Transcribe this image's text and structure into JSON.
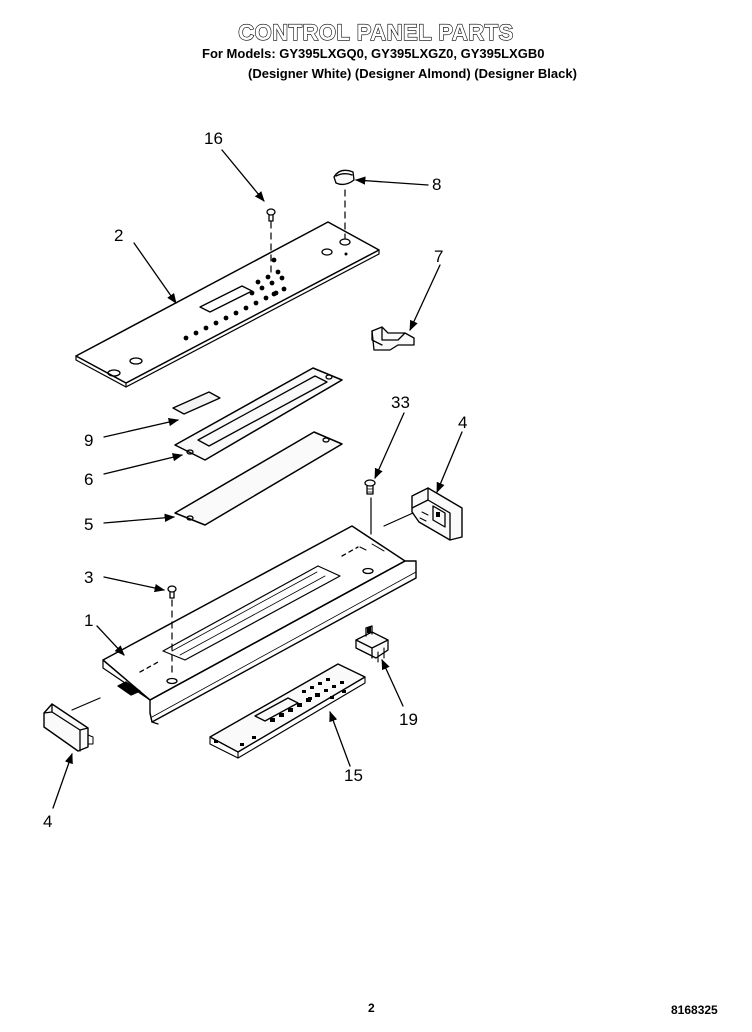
{
  "header": {
    "title": "CONTROL PANEL PARTS",
    "models_line": "For Models: GY395LXGQ0, GY395LXGZ0, GY395LXGB0",
    "designer_line": "(Designer White) (Designer Almond) (Designer Black)"
  },
  "callouts": {
    "c1": "1",
    "c2": "2",
    "c3": "3",
    "c4a": "4",
    "c4b": "4",
    "c5": "5",
    "c6": "6",
    "c7": "7",
    "c8": "8",
    "c9": "9",
    "c15": "15",
    "c16": "16",
    "c19": "19",
    "c33": "33"
  },
  "footer": {
    "page_number": "2",
    "document_number": "8168325"
  }
}
